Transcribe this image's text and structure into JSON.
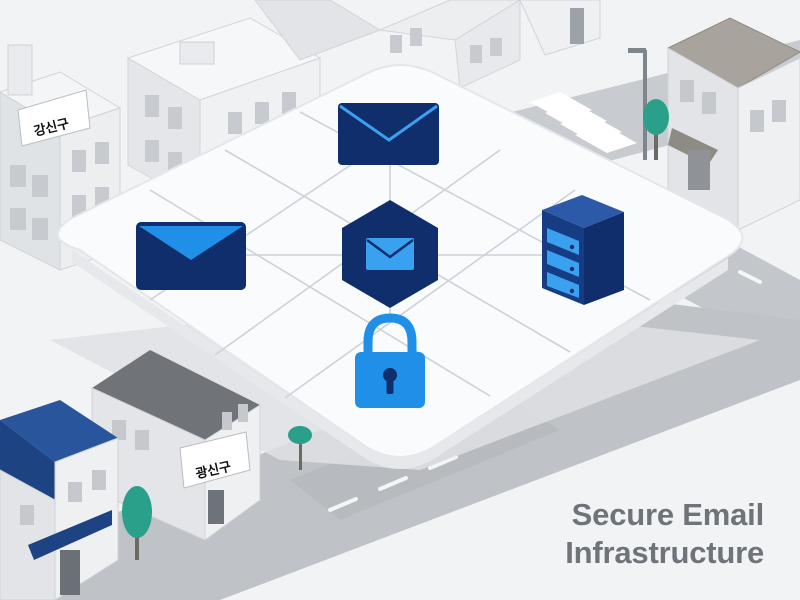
{
  "signs": {
    "top_left": "강신구",
    "bottom_left": "광신구"
  },
  "caption": {
    "line1": "Secure Email",
    "line2": "Infrastructure"
  },
  "hub": {
    "nodes": [
      "mail-envelope-top",
      "mail-envelope-left",
      "mail-hexagon-center",
      "server-rack",
      "padlock"
    ]
  },
  "colors": {
    "navy": "#0f2e6b",
    "blue": "#1f8fe8",
    "light_blue": "#3aa0f0",
    "platform": "#fafbfc",
    "grid_line": "#c9d0d8",
    "road": "#bfc2c6",
    "building": "#e6e8eb",
    "roof_blue": "#28559b",
    "tree": "#2aa08a",
    "caption": "#6f747a"
  }
}
